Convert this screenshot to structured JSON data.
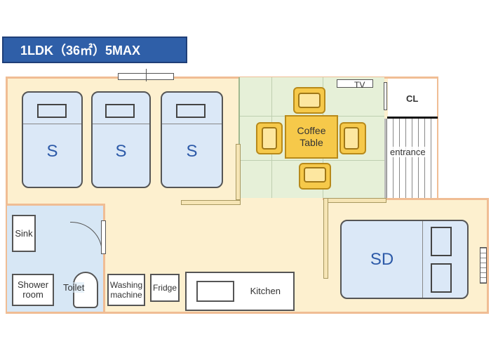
{
  "title": "1LDK（36㎡）5MAX",
  "beds": {
    "single_label": "S",
    "double_label": "SD"
  },
  "living": {
    "table_label_1": "Coffee",
    "table_label_2": "Table",
    "tv_label": "TV"
  },
  "closet_label": "CL",
  "entrance_label": "entrance",
  "bathroom": {
    "sink": "Sink",
    "shower_1": "Shower",
    "shower_2": "room",
    "toilet": "Toilet"
  },
  "appliances": {
    "washing_1": "Washing",
    "washing_2": "machine",
    "fridge": "Fridge",
    "kitchen": "Kitchen"
  }
}
